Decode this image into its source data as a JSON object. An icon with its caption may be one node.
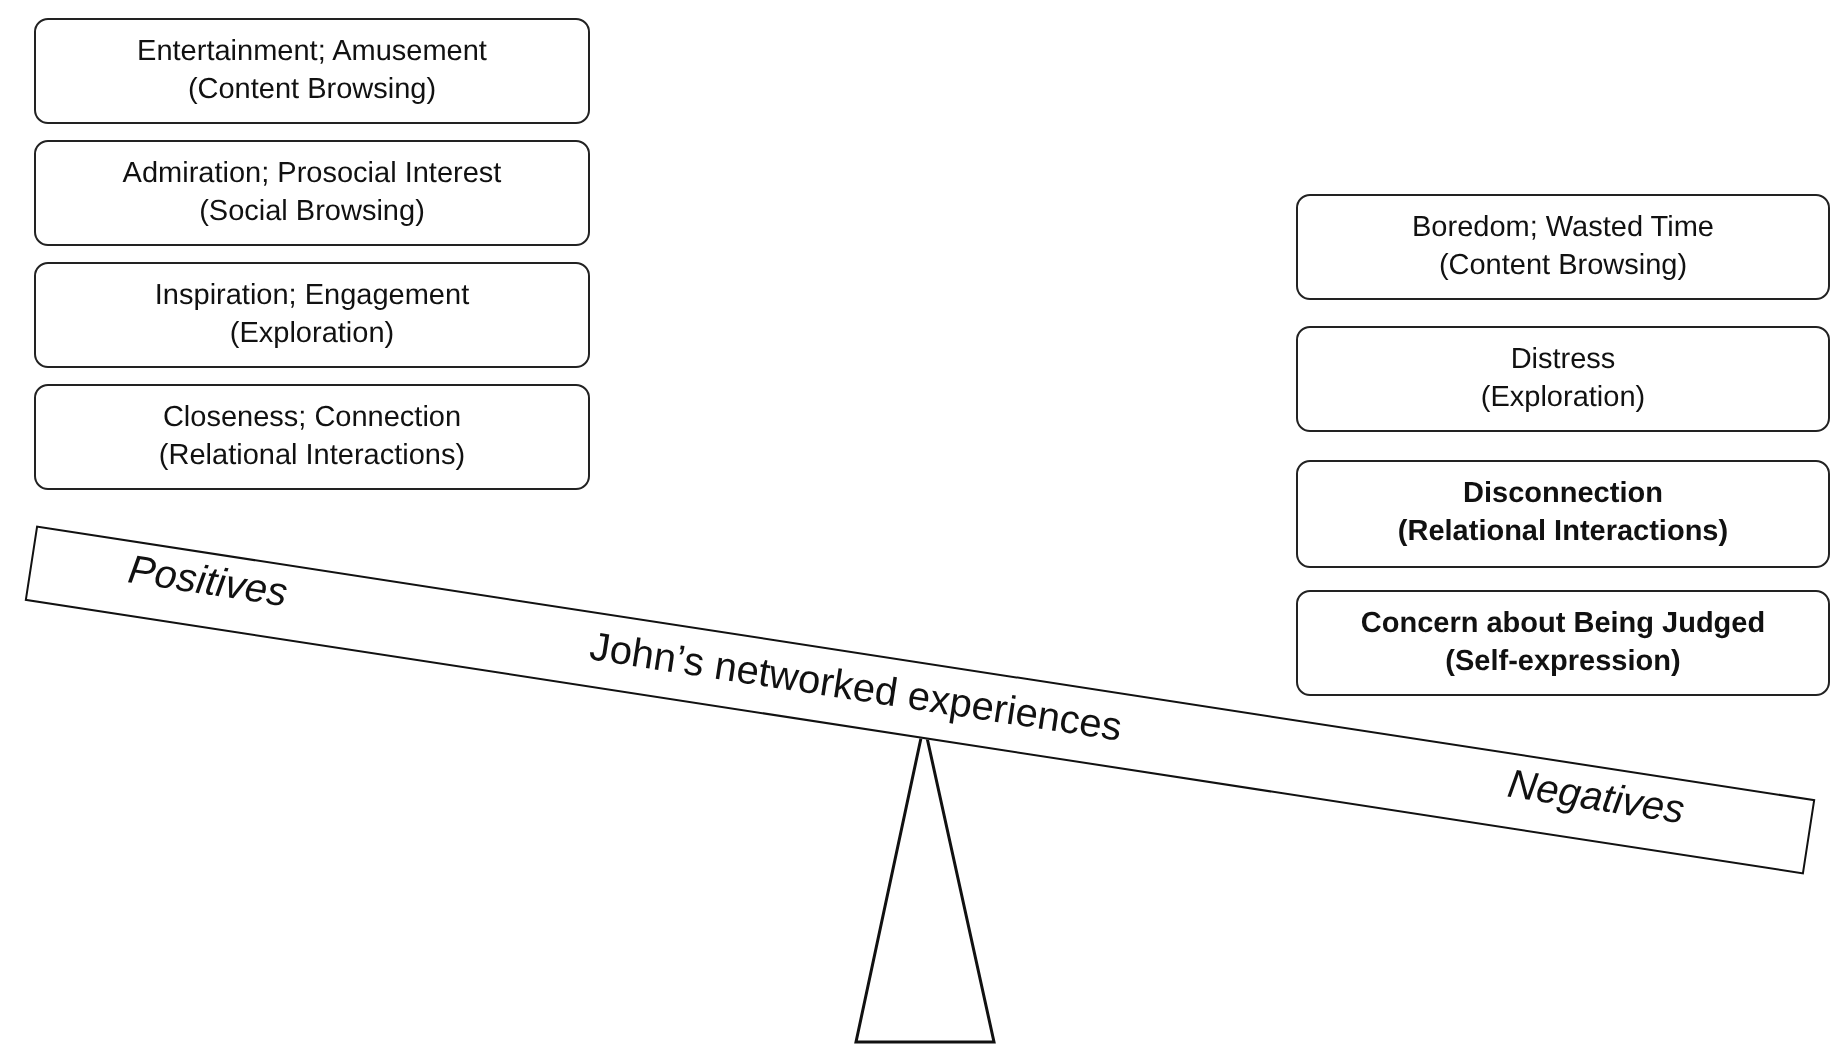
{
  "diagram": {
    "nodes": [
      {
        "text": [
          "Entertainment; Amusement",
          "(Content Browsing)"
        ]
      },
      {
        "text": [
          "Admiration; Prosocial Interest",
          "(Social Browsing)"
        ]
      },
      {
        "text": [
          "Inspiration; Engagement",
          "(Exploration)"
        ]
      },
      {
        "text": [
          "Closeness; Connection",
          "(Relational Interactions)"
        ]
      },
      {
        "text": [
          "Boredom; Wasted Time",
          "(Content Browsing)"
        ]
      },
      {
        "text": [
          "Distress",
          "(Exploration)"
        ]
      },
      {
        "text": [
          "Disconnection",
          "(Relational Interactions)"
        ]
      },
      {
        "text": [
          "Concern about Being Judged",
          "(Self-expression)"
        ]
      }
    ],
    "labels": [
      "Positives",
      "John’s networked experiences",
      "Negatives"
    ]
  }
}
